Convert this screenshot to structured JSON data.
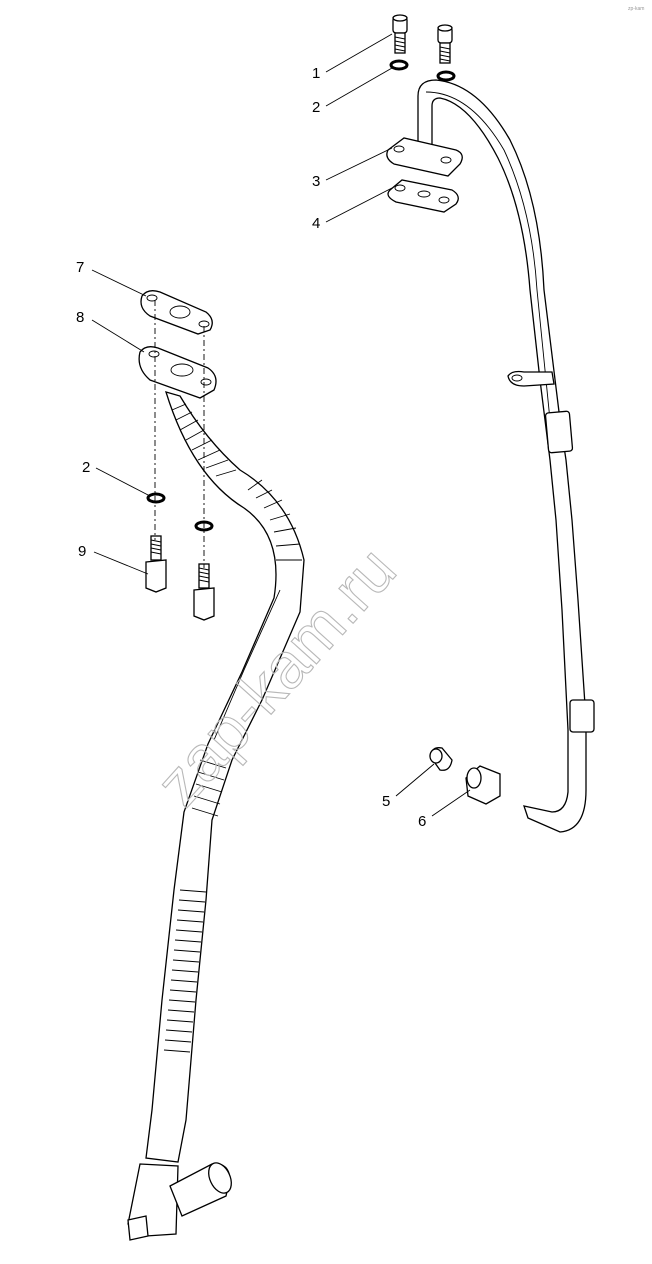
{
  "watermark": "zap-kam.ru",
  "corner_mark": "zp-kam",
  "callouts": {
    "c1": "1",
    "c2_top": "2",
    "c3": "3",
    "c4": "4",
    "c5": "5",
    "c6": "6",
    "c7": "7",
    "c8": "8",
    "c2_left": "2",
    "c9": "9"
  }
}
